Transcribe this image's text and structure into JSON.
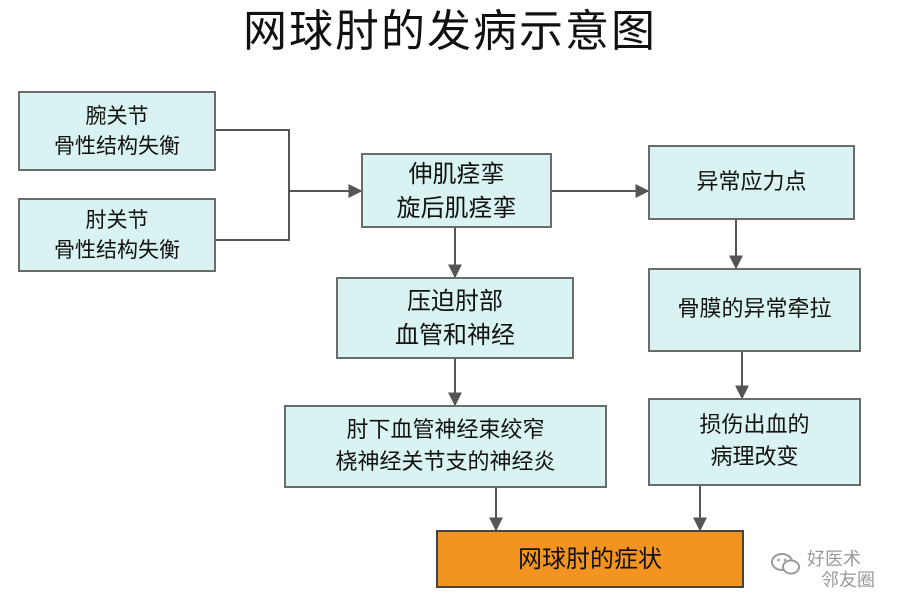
{
  "title": "网球肘的发病示意图",
  "nodes": {
    "wrist": [
      "腕关节",
      "骨性结构失衡"
    ],
    "elbow": [
      "肘关节",
      "骨性结构失衡"
    ],
    "spasm": [
      "伸肌痉挛",
      "旋后肌痉挛"
    ],
    "compress": [
      "压迫肘部",
      "血管和神经"
    ],
    "stenosis": [
      "肘下血管神经束绞窄",
      "桡神经关节支的神经炎"
    ],
    "stress": [
      "异常应力点"
    ],
    "periosteum": [
      "骨膜的异常牵拉"
    ],
    "damage": [
      "损伤出血的",
      "病理改变"
    ],
    "result": [
      "网球肘的症状"
    ]
  },
  "watermark": {
    "line1": "好医术",
    "line2": "邻友圈",
    "icon": "wechat-icon"
  },
  "colors": {
    "box_fill": "#d8f3f1",
    "result_fill": "#f39420",
    "border": "#6b6b6b"
  }
}
